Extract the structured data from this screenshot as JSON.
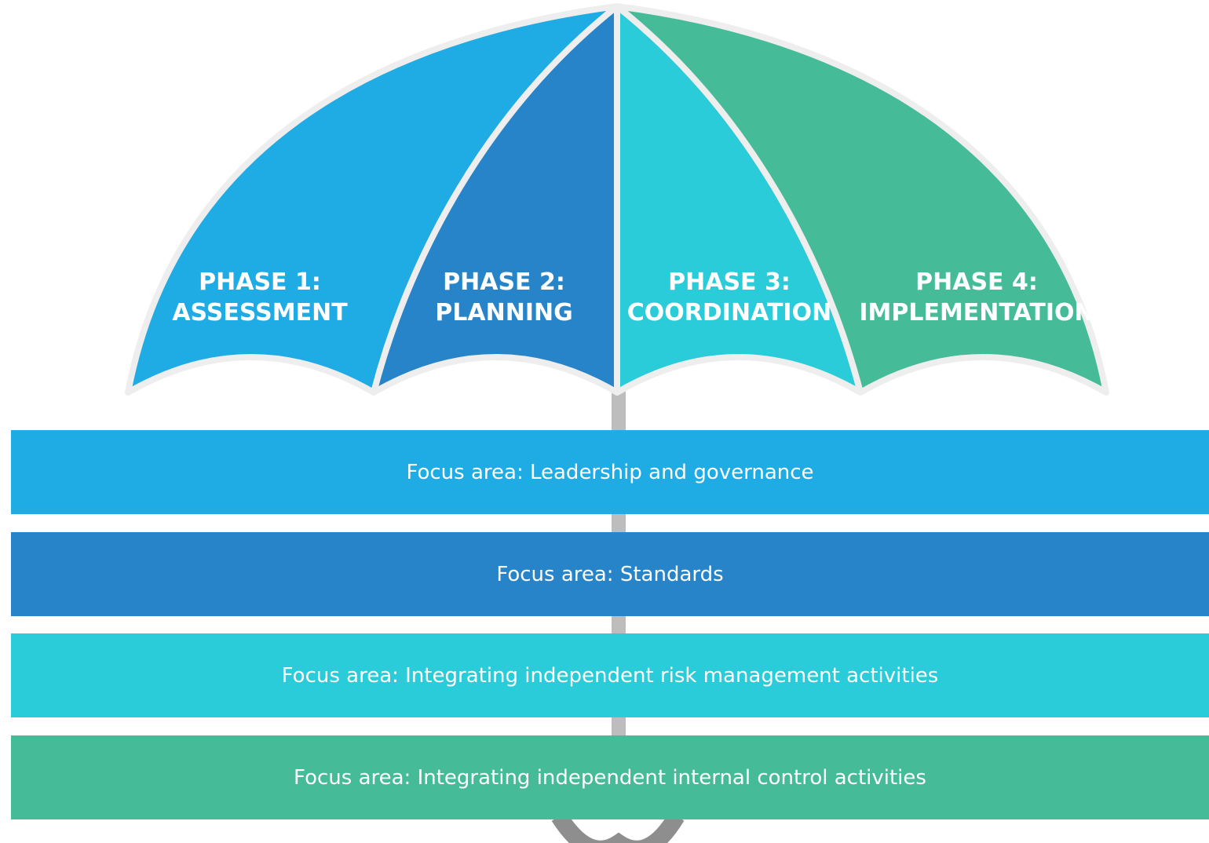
{
  "colors": {
    "phase1": "#1FABE3",
    "phase2": "#2784C8",
    "phase3": "#29CCD8",
    "phase4": "#45BB97",
    "rib": "#EEEEEE",
    "handle": "#BDBDBD",
    "hook": "#8E8E8E"
  },
  "phases": [
    {
      "title": "PHASE 1:",
      "name": "ASSESSMENT"
    },
    {
      "title": "PHASE 2:",
      "name": "PLANNING"
    },
    {
      "title": "PHASE 3:",
      "name": "COORDINATION"
    },
    {
      "title": "PHASE 4:",
      "name": "IMPLEMENTATION"
    }
  ],
  "focus_areas": [
    {
      "label": "Focus area: Leadership and governance"
    },
    {
      "label": "Focus area: Standards"
    },
    {
      "label": "Focus area: Integrating independent risk management activities"
    },
    {
      "label": "Focus area: Integrating independent internal control activities"
    }
  ]
}
